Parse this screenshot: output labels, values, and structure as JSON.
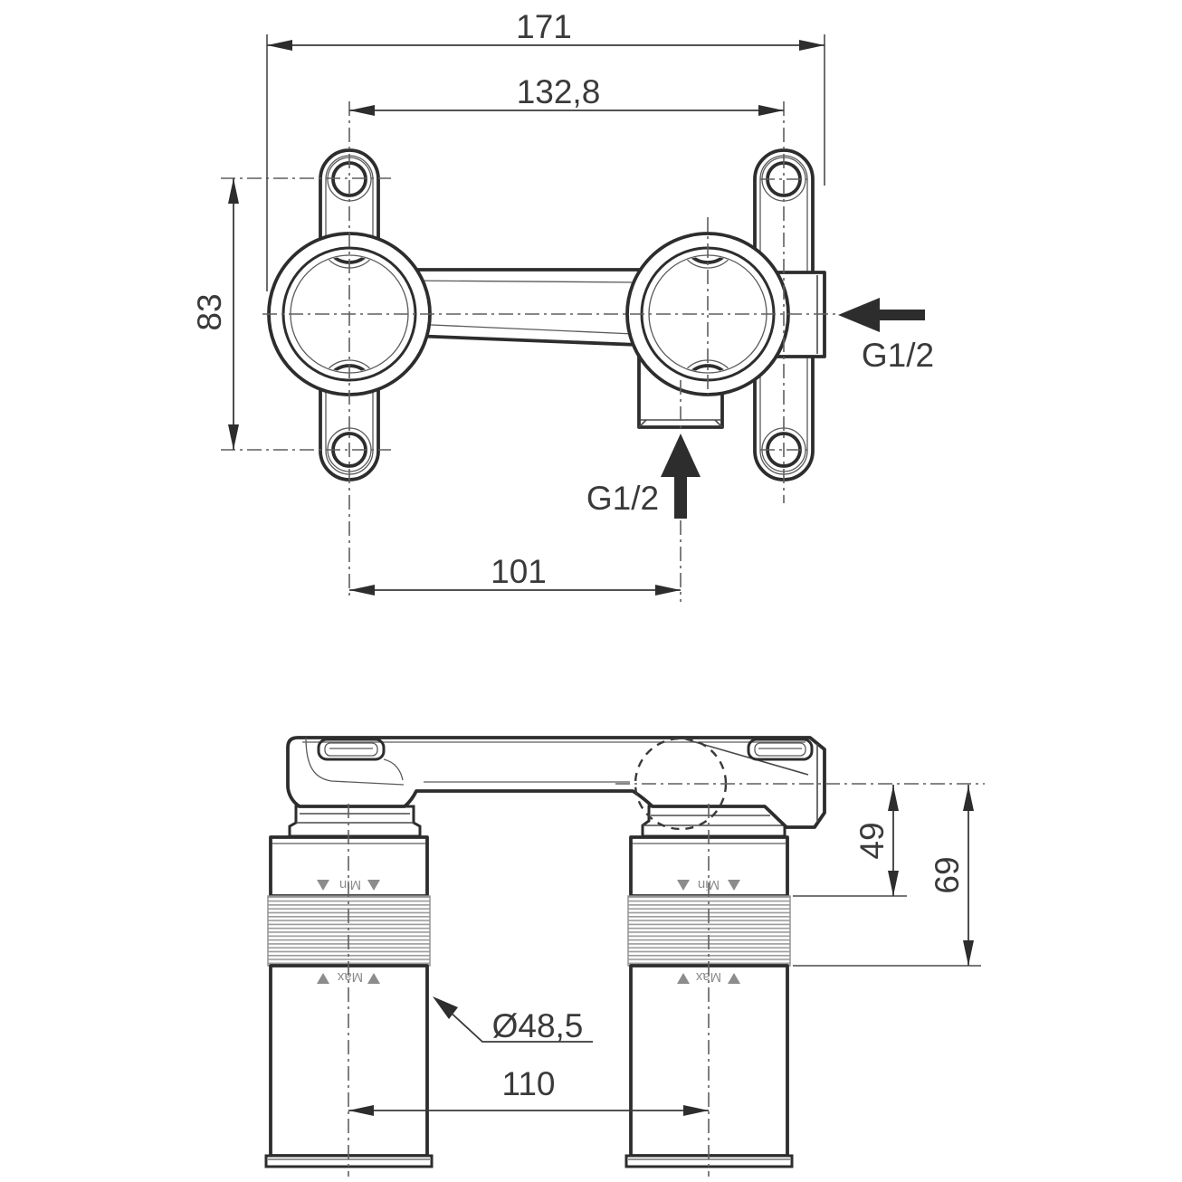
{
  "top_view": {
    "dim_total_width": "171",
    "dim_hole_spacing": "132,8",
    "dim_hole_height": "83",
    "dim_outlet_offset": "101",
    "inlet_side_label": "G1/2",
    "inlet_bottom_label": "G1/2"
  },
  "front_view": {
    "dim_min_depth": "49",
    "dim_max_depth": "69",
    "dim_sleeve_diameter": "Ø48,5",
    "dim_center_distance": "110",
    "min_label": "Min",
    "max_label": "Max"
  }
}
